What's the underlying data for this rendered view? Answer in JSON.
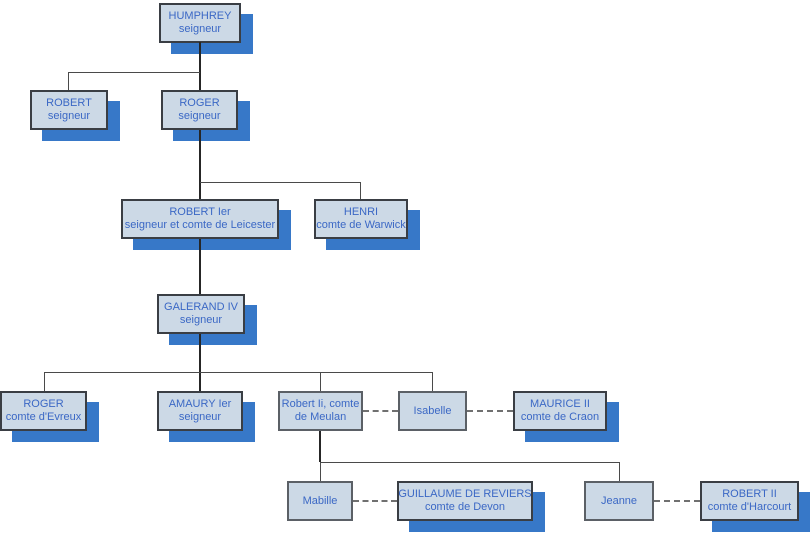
{
  "diagram": {
    "type": "family-tree-org-chart",
    "nodes": [
      {
        "id": "humphrey",
        "lines": [
          "HUMPHREY",
          "seigneur"
        ]
      },
      {
        "id": "robert",
        "lines": [
          "ROBERT",
          "seigneur"
        ]
      },
      {
        "id": "roger",
        "lines": [
          "ROGER",
          "seigneur"
        ]
      },
      {
        "id": "robert-1er",
        "lines": [
          "ROBERT Ier",
          "seigneur et comte de Leicester"
        ]
      },
      {
        "id": "henri",
        "lines": [
          "HENRI",
          "comte de Warwick"
        ]
      },
      {
        "id": "galerand-iv",
        "lines": [
          "GALERAND IV",
          "seigneur"
        ]
      },
      {
        "id": "roger-evreux",
        "lines": [
          "ROGER",
          "comte d'Evreux"
        ]
      },
      {
        "id": "amaury-1er",
        "lines": [
          "AMAURY Ier",
          "seigneur"
        ]
      },
      {
        "id": "robert-meulan",
        "lines": [
          "Robert Ii, comte",
          "de Meulan"
        ]
      },
      {
        "id": "isabelle",
        "lines": [
          "Isabelle"
        ]
      },
      {
        "id": "maurice-ii",
        "lines": [
          "MAURICE II",
          "comte de Craon"
        ]
      },
      {
        "id": "mabille",
        "lines": [
          "Mabille"
        ]
      },
      {
        "id": "guillaume-reviers",
        "lines": [
          "GUILLAUME DE REVIERS",
          "comte de Devon"
        ]
      },
      {
        "id": "jeanne",
        "lines": [
          "Jeanne"
        ]
      },
      {
        "id": "robert-ii-harcourt",
        "lines": [
          "ROBERT II",
          "comte d'Harcourt"
        ]
      }
    ],
    "edges_solid_parent_child": [
      [
        "humphrey",
        "robert"
      ],
      [
        "humphrey",
        "roger"
      ],
      [
        "roger",
        "robert-1er"
      ],
      [
        "roger",
        "henri"
      ],
      [
        "robert-1er",
        "galerand-iv"
      ],
      [
        "galerand-iv",
        "roger-evreux"
      ],
      [
        "galerand-iv",
        "amaury-1er"
      ],
      [
        "galerand-iv",
        "robert-meulan"
      ],
      [
        "galerand-iv",
        "isabelle"
      ],
      [
        "robert-meulan",
        "mabille"
      ],
      [
        "robert-meulan",
        "jeanne"
      ]
    ],
    "edges_dashed_marriage": [
      [
        "robert-meulan",
        "isabelle"
      ],
      [
        "isabelle",
        "maurice-ii"
      ],
      [
        "mabille",
        "guillaume-reviers"
      ],
      [
        "jeanne",
        "robert-ii-harcourt"
      ]
    ],
    "colors": {
      "box_fill": "#ccd9e6",
      "box_border_dark": "#3a3e44",
      "box_border_gray": "#5b6066",
      "shadow_blue": "#3778c8",
      "text_blue": "#3b68c5",
      "connector": "#4a4a4a",
      "dashed_gray": "#707070",
      "background": "#ffffff"
    }
  }
}
